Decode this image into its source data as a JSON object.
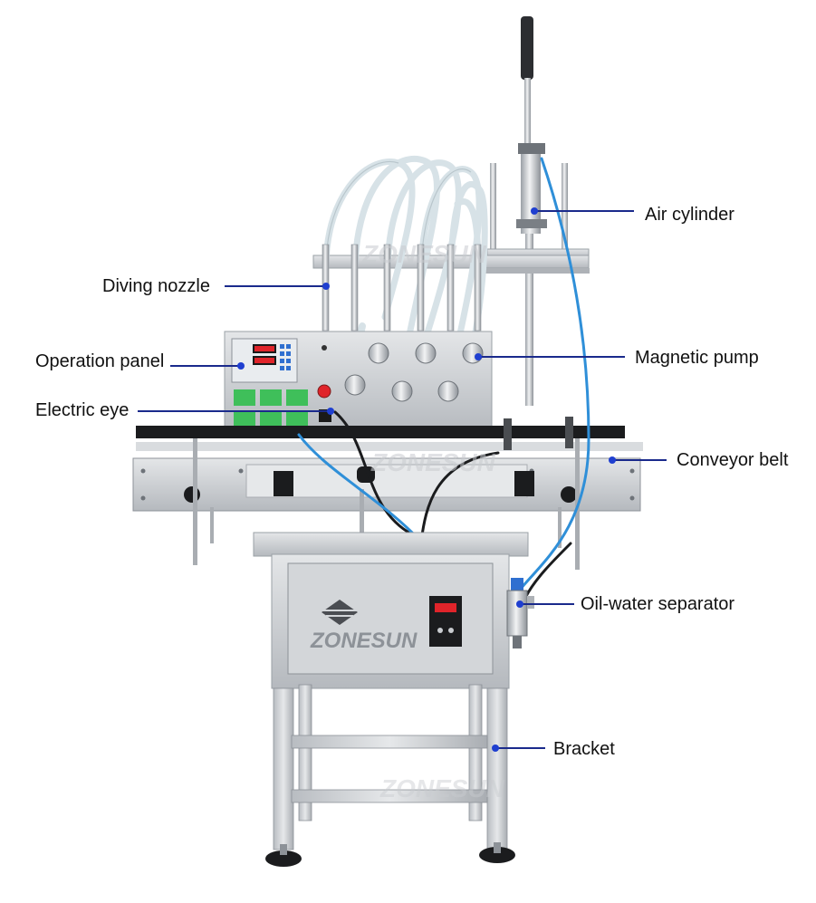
{
  "labels": {
    "diving_nozzle": "Diving nozzle",
    "operation_panel": "Operation panel",
    "electric_eye": "Electric eye",
    "air_cylinder": "Air cylinder",
    "magnetic_pump": "Magnetic pump",
    "conveyor_belt": "Conveyor belt",
    "oil_water_separator": "Oil-water separator",
    "bracket": "Bracket"
  },
  "watermark": "ZONESUN",
  "colors": {
    "leader_line": "#1a2a8c",
    "leader_dot": "#1f3fd0",
    "label_text": "#111111",
    "steel": "#c9ccd0",
    "steel_dark": "#8e9297",
    "tube": "#dfe8ec",
    "blue_hose": "#2f8fd8",
    "display_green": "#3fbf5a",
    "display_red": "#e0242a"
  },
  "icons": [
    "zonesun-logo-icon"
  ]
}
